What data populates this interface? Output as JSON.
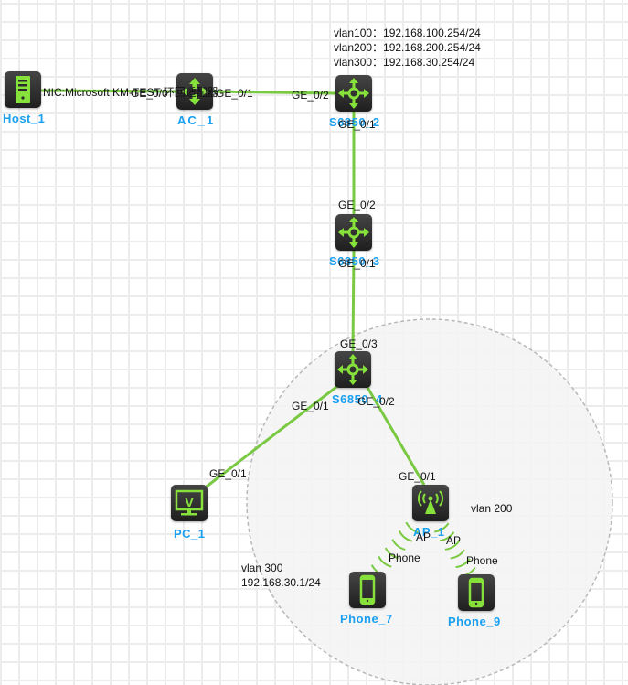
{
  "colors": {
    "link": "#7ac943",
    "icon_green": "#86e23a",
    "label_blue": "#1aa0f0",
    "device_bg": "#2c2c2c",
    "zone_fill": "#f4f4f4",
    "zone_stroke": "#b8b8b8"
  },
  "devices": {
    "host_1": {
      "label": "Host_1",
      "icon": "server-icon"
    },
    "ac_1": {
      "label": "AC_1",
      "icon": "wireless-controller-icon"
    },
    "s6850_2": {
      "label": "S6850_2",
      "icon": "l3-switch-icon"
    },
    "s6850_3": {
      "label": "S6850_3",
      "icon": "l3-switch-icon"
    },
    "s6850_4": {
      "label": "S6850_4",
      "icon": "l3-switch-icon"
    },
    "pc_1": {
      "label": "PC_1",
      "icon": "pc-monitor-icon"
    },
    "ap_1": {
      "label": "AP_1",
      "icon": "access-point-icon"
    },
    "phone_7": {
      "label": "Phone_7",
      "icon": "phone-icon"
    },
    "phone_9": {
      "label": "Phone_9",
      "icon": "phone-icon"
    }
  },
  "ports": {
    "host_nic": "NIC:Microsoft KM-TEST 环回适配器",
    "ac_ge_0_1": "GE_0/1",
    "ac_ge_0_0": "GE_0/0",
    "s2_ge_0_2": "GE_0/2",
    "s2_ge_0_1": "GE_0/1",
    "s3_ge_0_2": "GE_0/2",
    "s3_ge_0_1": "GE_0/1",
    "s4_ge_0_3": "GE_0/3",
    "s4_ge_0_1": "GE_0/1",
    "s4_ge_0_2": "GE_0/2",
    "pc_ge_0_1": "GE_0/1",
    "ap_ge_0_1": "GE_0/1",
    "ap_wlan_a": "AP",
    "ap_wlan_b": "AP",
    "phone7_wlan": "Phone",
    "phone9_wlan": "Phone"
  },
  "notes": {
    "s6850_2_vlanif": [
      "vlan100：192.168.100.254/24",
      "vlan200：192.168.200.254/24",
      "vlan300：192.168.30.254/24"
    ],
    "ap_vlan": "vlan 200",
    "pc_vlan": [
      "vlan 300",
      "192.168.30.1/24"
    ]
  }
}
